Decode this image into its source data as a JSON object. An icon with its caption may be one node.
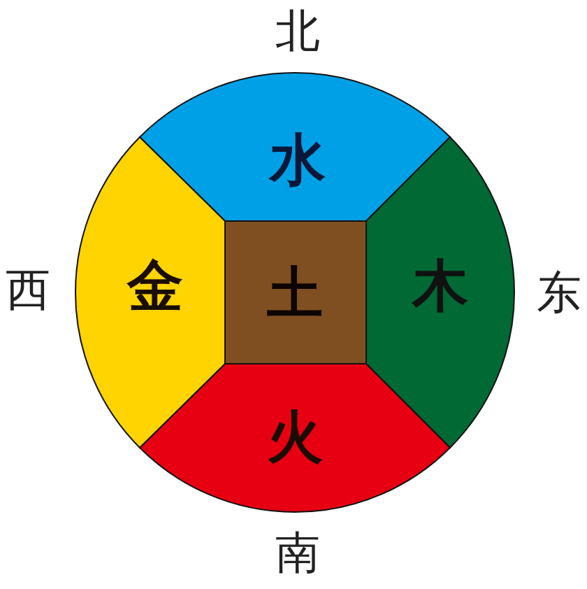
{
  "diagram": {
    "nodes": [
      {
        "text": [
          "水"
        ]
      },
      {
        "text": [
          "木"
        ]
      },
      {
        "text": [
          "火"
        ]
      },
      {
        "text": [
          "金"
        ]
      },
      {
        "text": [
          "土"
        ]
      }
    ],
    "labels": [
      "北",
      "西",
      "东",
      "南"
    ]
  }
}
